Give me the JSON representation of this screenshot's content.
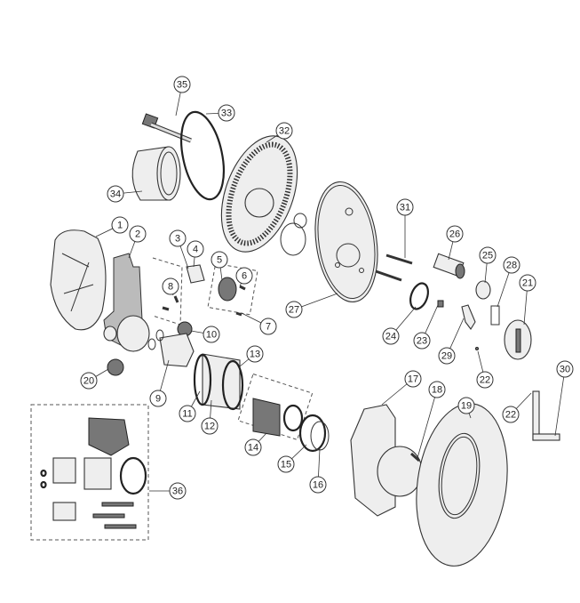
{
  "diagram": {
    "title": "Exploded parts diagram of thermostatic shower valve",
    "labels": [
      "35",
      "33",
      "32",
      "34",
      "1",
      "2",
      "3",
      "4",
      "5",
      "6",
      "8",
      "7",
      "31",
      "26",
      "25",
      "28",
      "21",
      "27",
      "10",
      "24",
      "23",
      "29",
      "22",
      "13",
      "20",
      "9",
      "30",
      "17",
      "18",
      "19",
      "22",
      "11",
      "12",
      "14",
      "15",
      "16",
      "36"
    ]
  }
}
